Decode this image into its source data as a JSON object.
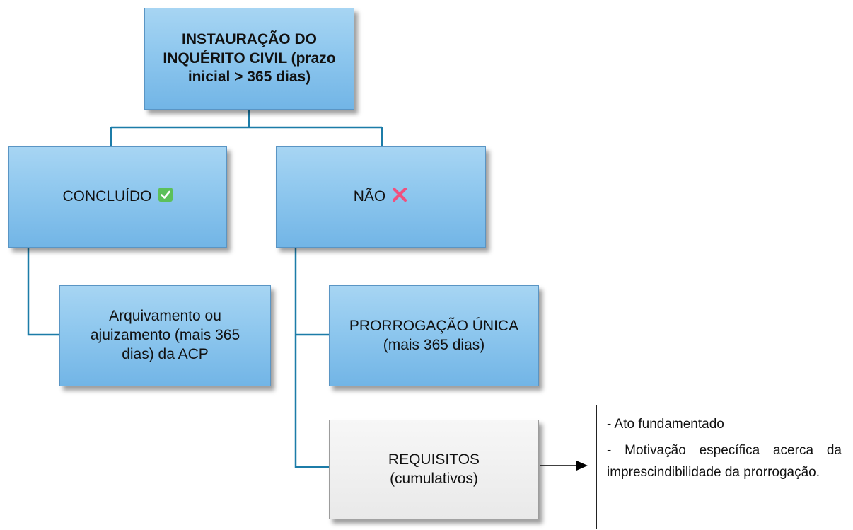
{
  "diagram": {
    "root": {
      "label": "INSTAURAÇÃO DO INQUÉRITO CIVIL (prazo inicial > 365 dias)"
    },
    "concluido": {
      "label": "CONCLUÍDO",
      "icon": "check-mark-icon",
      "icon_color": "#5cc05a"
    },
    "nao": {
      "label": "NÃO",
      "icon": "cross-mark-icon",
      "icon_color": "#f0507e"
    },
    "arquivamento": {
      "label": "Arquivamento ou ajuizamento (mais 365 dias) da ACP"
    },
    "prorrogacao": {
      "line1": "PRORROGAÇÃO ÚNICA",
      "line2": "(mais 365 dias)"
    },
    "requisitos": {
      "line1": "REQUISITOS",
      "line2": "(cumulativos)"
    },
    "notes": [
      "- Ato fundamentado",
      "- Motivação específica acerca da imprescindibilidade da prorrogação."
    ],
    "colors": {
      "box_blue": "#8ec7ee",
      "box_grey": "#ececec",
      "connector": "#1c7ca8"
    }
  }
}
